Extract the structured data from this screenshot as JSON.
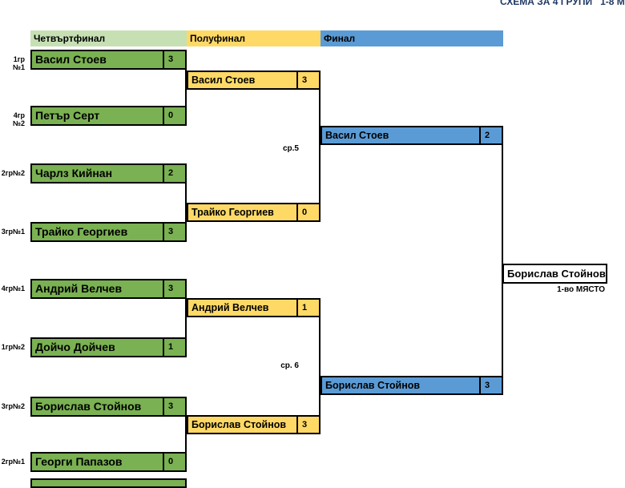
{
  "title": "СХЕМА ЗА 4 ГРУПИ   1-8 М",
  "colors": {
    "quarterfinal_fill": "#7ab152",
    "quarterfinal_header_fill": "#c6e0b4",
    "semifinal_fill": "#ffd966",
    "final_fill": "#5b9bd5",
    "champion_fill": "#ffffff",
    "border": "#000000",
    "title_text": "#1f3864"
  },
  "columns": {
    "quarterfinal": "Четвъртфинал",
    "semifinal": "Полуфинал",
    "final": "Финал"
  },
  "quarterfinals": [
    {
      "seed": "1гр №1",
      "name": "Васил Стоев",
      "score": "3"
    },
    {
      "seed": "4гр №2",
      "name": "Петър Серт",
      "score": "0"
    },
    {
      "seed": "2гр№2",
      "name": "Чарлз Кийнан",
      "score": "2"
    },
    {
      "seed": "3гр№1",
      "name": "Трайко Георгиев",
      "score": "3"
    },
    {
      "seed": "4гр№1",
      "name": "Андрий Велчев",
      "score": "3"
    },
    {
      "seed": "1гр№2",
      "name": "Дойчо Дойчев",
      "score": "1"
    },
    {
      "seed": "3гр№2",
      "name": "Борислав Стойнов",
      "score": "3"
    },
    {
      "seed": "2гр№1",
      "name": "Георги Папазов",
      "score": "0"
    }
  ],
  "semifinals": [
    {
      "name": "Васил Стоев",
      "score": "3"
    },
    {
      "name": "Трайко Георгиев",
      "score": "0"
    },
    {
      "name": "Андрий Велчев",
      "score": "1"
    },
    {
      "name": "Борислав Стойнов",
      "score": "3"
    }
  ],
  "match_labels": {
    "semifinal_top": "ср.5",
    "semifinal_bottom": "ср. 6"
  },
  "finals": [
    {
      "name": "Васил Стоев",
      "score": "2"
    },
    {
      "name": "Борислав Стойнов",
      "score": "3"
    }
  ],
  "champion": {
    "name": "Борислав Стойнов",
    "caption": "1-во МЯСТО"
  }
}
